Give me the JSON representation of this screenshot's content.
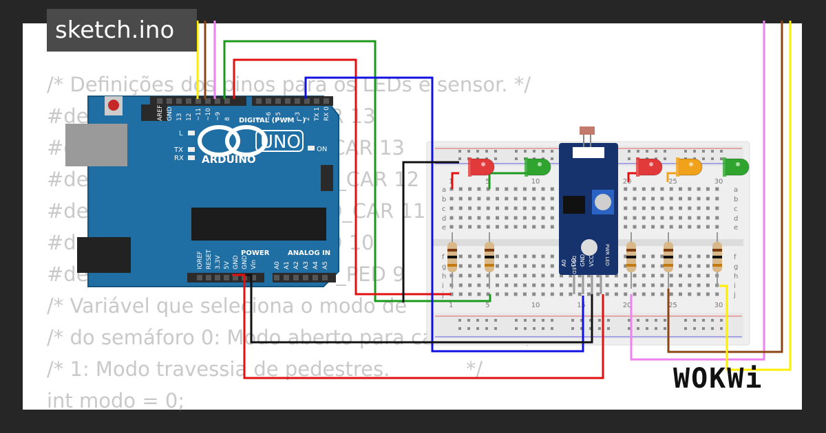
{
  "tab": {
    "filename": "sketch.ino"
  },
  "code": {
    "lines": [
      "/* Definições dos pinos para os LEDs e sensor. */",
      "#define PIN_LED_VERDE_CAR 13",
      "#define PIN_LED_AMARELO_CAR 13",
      "#define PIN_LED_VERMELHO_CAR 12",
      "#define PIN_LED_VERDE_PED_CAR 11",
      "#define PIN_LED_VERDE_PED 10",
      "#define PIN_LED_VERMELHO_PED 9",
      "/* Variável que seleciona o modo de",
      "/* do semáforo 0: Modo aberto para carros e    */",
      "/* 1: Modo travessia de pedestres.            */",
      "int modo = 0;"
    ]
  },
  "arduino": {
    "model": "UNO",
    "brand": "ARDUINO",
    "digital_label": "DIGITAL (PWM ~)",
    "power_label": "POWER",
    "analog_label": "ANALOG IN",
    "on_label": "ON",
    "l_label": "L",
    "tx_label": "TX",
    "rx_label": "RX",
    "digital_pins": [
      "AREF",
      "GND",
      "13",
      "12",
      "~11",
      "~10",
      "~9",
      "8",
      "7",
      "~6",
      "~5",
      "4",
      "~3",
      "2",
      "TX 1",
      "RX 0"
    ],
    "power_pins": [
      "IOREF",
      "RESET",
      "3.3V",
      "5V",
      "GND",
      "GND",
      "Vin"
    ],
    "analog_pins": [
      "A0",
      "A1",
      "A2",
      "A3",
      "A4",
      "A5"
    ]
  },
  "breadboard": {
    "row_letters_top": [
      "a",
      "b",
      "c",
      "d",
      "e"
    ],
    "row_letters_bottom": [
      "f",
      "g",
      "h",
      "i",
      "j"
    ],
    "column_numbers": [
      "1",
      "5",
      "10",
      "15",
      "20",
      "25",
      "30"
    ]
  },
  "sensor": {
    "pins": [
      "A0",
      "DO",
      "GND",
      "VCC"
    ],
    "led_labels": [
      "PWR LED",
      "DO LED"
    ]
  },
  "leds": [
    {
      "color_name": "red",
      "color": "#e23a3a"
    },
    {
      "color_name": "green",
      "color": "#2fa52f"
    },
    {
      "color_name": "red",
      "color": "#e23a3a"
    },
    {
      "color_name": "yellow",
      "color": "#f0a21a"
    },
    {
      "color_name": "green",
      "color": "#2fa52f"
    }
  ],
  "colors": {
    "arduino_board": "#1f6ea4",
    "wire_yellow": "#ffee00",
    "wire_pink": "#ee82ee",
    "wire_brown": "#8b4513",
    "wire_green": "#1a9a1a",
    "wire_red": "#e01010",
    "wire_blue": "#1010e0",
    "wire_black": "#111111"
  },
  "brand_text": "WOKWi"
}
